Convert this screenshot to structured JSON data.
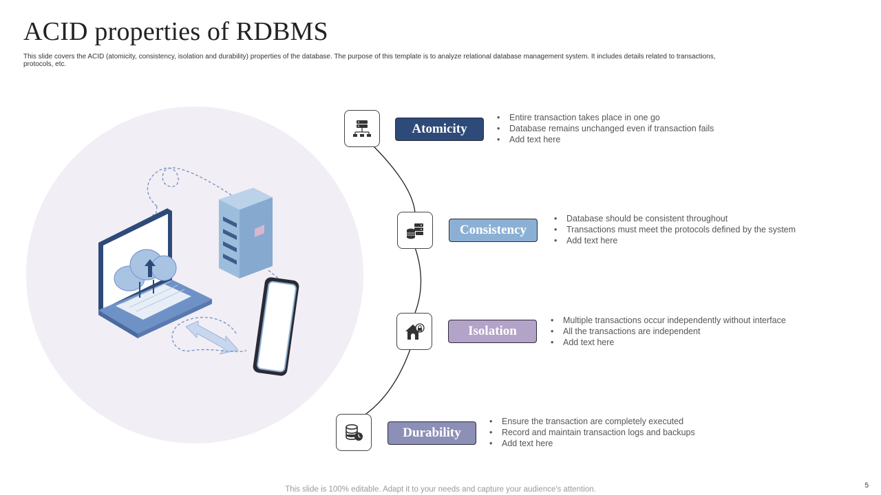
{
  "slide": {
    "title": "ACID properties of RDBMS",
    "subtitle": "This slide covers the ACID (atomicity, consistency, isolation and durability) properties of the database. The purpose of this template  is to analyze relational database management  system. It includes details related to transactions, protocols, etc.",
    "footer": "This slide is 100% editable. Adapt it to your needs and capture your audience's attention.",
    "page_number": "5"
  },
  "colors": {
    "atomicity": "#2e4a78",
    "consistency": "#8cb0d4",
    "isolation": "#b4a3c8",
    "durability": "#8c8fb6",
    "circle_bg": "#f2eef5"
  },
  "properties": [
    {
      "label": "Atomicity",
      "icon": "server-network-icon",
      "bullets": [
        "Entire transaction takes place in one go",
        "Database remains unchanged  even  if transaction fails",
        "Add text here"
      ]
    },
    {
      "label": "Consistency",
      "icon": "database-stack-icon",
      "bullets": [
        "Database should be consistent throughout",
        "Transactions  must meet the protocols  defined  by the system",
        "Add text here"
      ]
    },
    {
      "label": "Isolation",
      "icon": "house-lock-icon",
      "bullets": [
        "Multiple transactions  occur independently  without interface",
        "All the transactions are independent",
        "Add text here"
      ]
    },
    {
      "label": "Durability",
      "icon": "database-clock-icon",
      "bullets": [
        "Ensure the transaction are completely executed",
        "Record and maintain transaction logs and backups",
        "Add text here"
      ]
    }
  ]
}
